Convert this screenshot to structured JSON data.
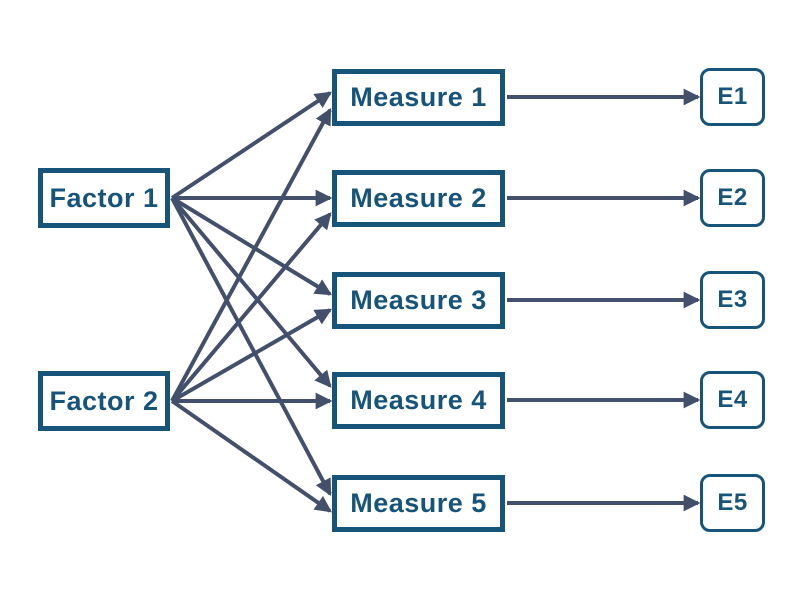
{
  "diagram": {
    "type": "factor-analysis-path-diagram",
    "background": "#ffffff",
    "colors": {
      "node_border": "#17547a",
      "node_text": "#17547a",
      "arrow": "#42506c"
    },
    "factors": [
      {
        "id": "factor1",
        "label": "Factor 1"
      },
      {
        "id": "factor2",
        "label": "Factor 2"
      }
    ],
    "measures": [
      {
        "id": "measure1",
        "label": "Measure 1"
      },
      {
        "id": "measure2",
        "label": "Measure 2"
      },
      {
        "id": "measure3",
        "label": "Measure 3"
      },
      {
        "id": "measure4",
        "label": "Measure 4"
      },
      {
        "id": "measure5",
        "label": "Measure 5"
      }
    ],
    "errors": [
      {
        "id": "e1",
        "label": "E1"
      },
      {
        "id": "e2",
        "label": "E2"
      },
      {
        "id": "e3",
        "label": "E3"
      },
      {
        "id": "e4",
        "label": "E4"
      },
      {
        "id": "e5",
        "label": "E5"
      }
    ],
    "edges": [
      [
        "factor1",
        "measure1"
      ],
      [
        "factor1",
        "measure2"
      ],
      [
        "factor1",
        "measure3"
      ],
      [
        "factor1",
        "measure4"
      ],
      [
        "factor1",
        "measure5"
      ],
      [
        "factor2",
        "measure1"
      ],
      [
        "factor2",
        "measure2"
      ],
      [
        "factor2",
        "measure3"
      ],
      [
        "factor2",
        "measure4"
      ],
      [
        "factor2",
        "measure5"
      ],
      [
        "measure1",
        "e1"
      ],
      [
        "measure2",
        "e2"
      ],
      [
        "measure3",
        "e3"
      ],
      [
        "measure4",
        "e4"
      ],
      [
        "measure5",
        "e5"
      ]
    ]
  }
}
